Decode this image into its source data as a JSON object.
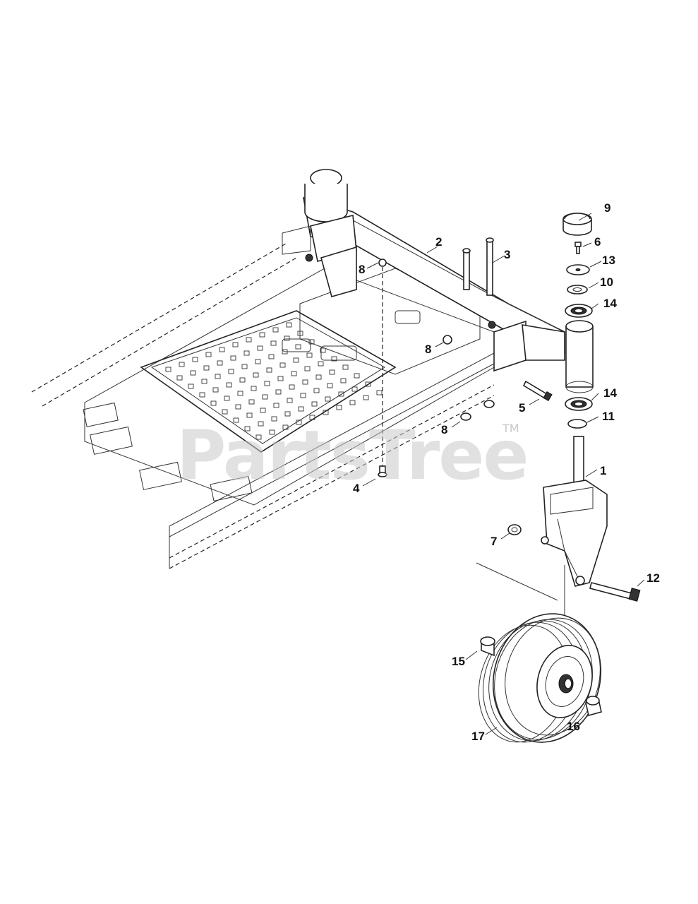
{
  "watermark": {
    "text": "PartsTree",
    "tm": "TM"
  },
  "callouts": [
    "1",
    "2",
    "3",
    "4",
    "5",
    "6",
    "7",
    "8",
    "9",
    "10",
    "11",
    "12",
    "13",
    "14",
    "15",
    "16",
    "17"
  ]
}
